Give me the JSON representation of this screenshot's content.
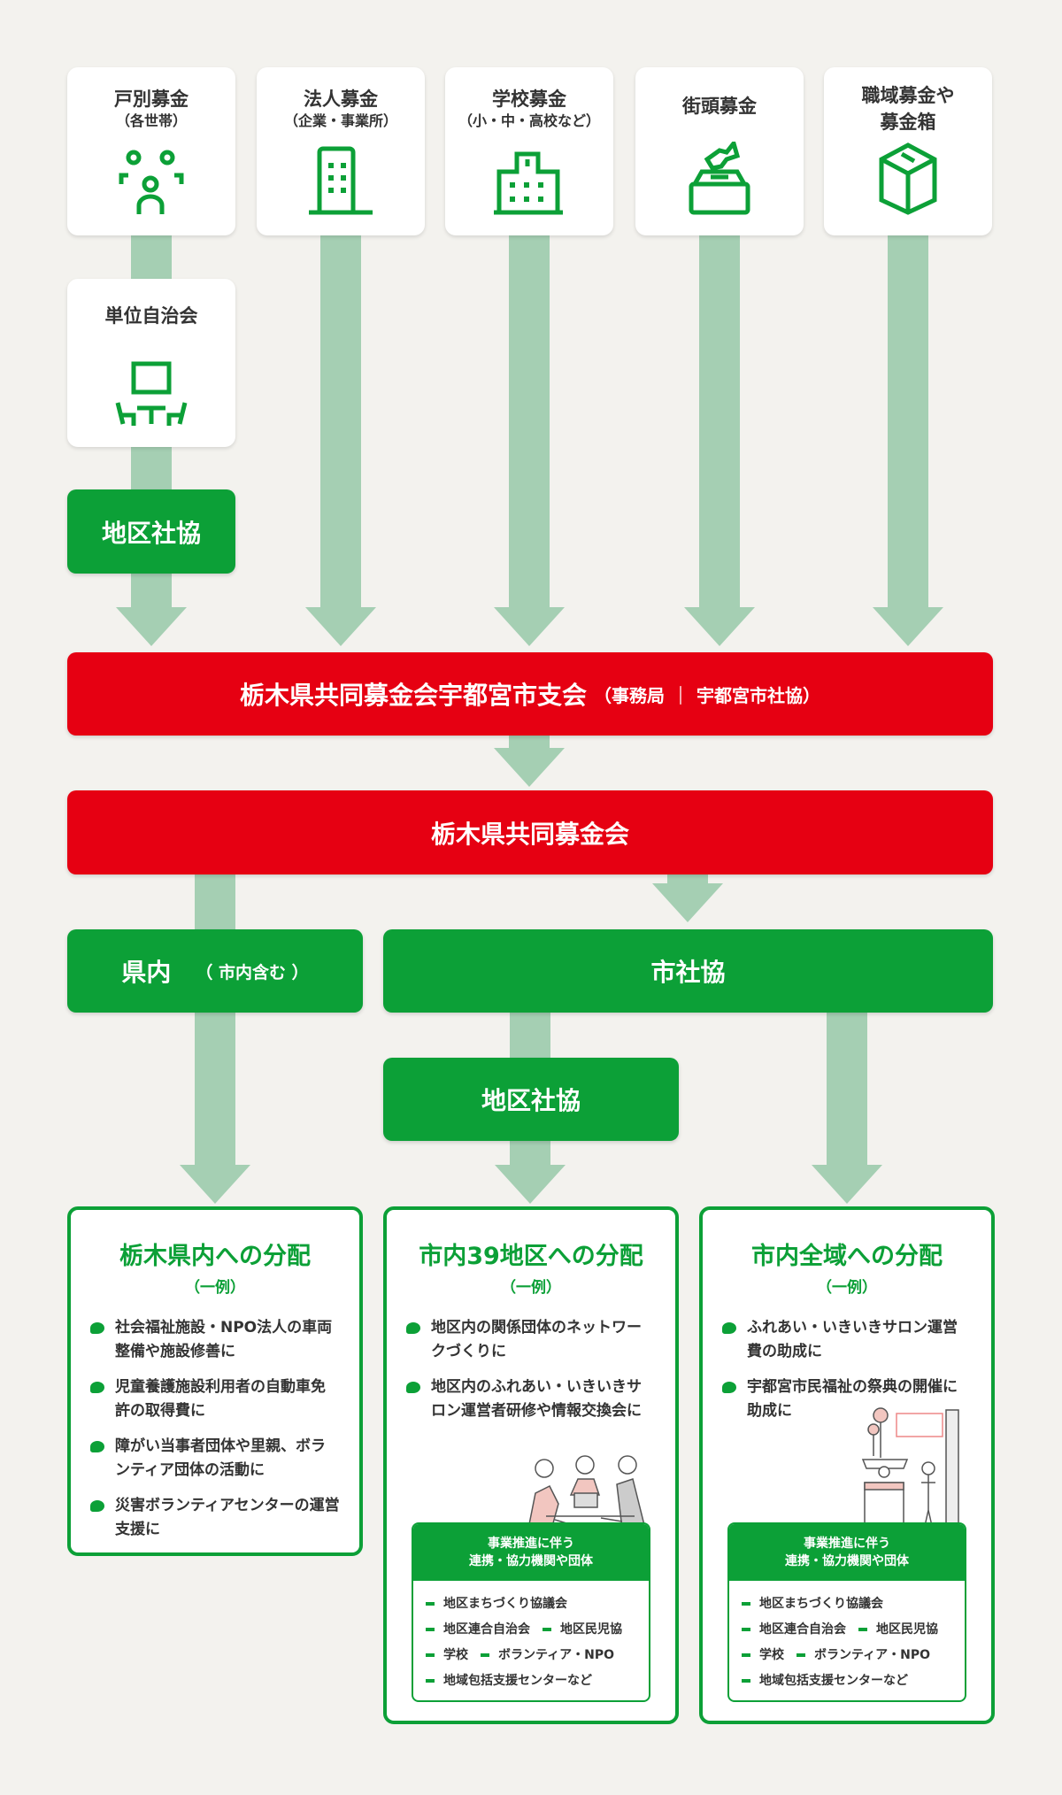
{
  "sources": [
    {
      "title": "戸別募金",
      "sub": "（各世帯）",
      "icon": "people-icon"
    },
    {
      "title": "法人募金",
      "sub": "（企業・事業所）",
      "icon": "building-icon"
    },
    {
      "title": "学校募金",
      "sub": "（小・中・高校など）",
      "icon": "school-icon"
    },
    {
      "title": "街頭募金",
      "sub": "",
      "icon": "donation-box-icon"
    },
    {
      "title": "職域募金や",
      "title2": "募金箱",
      "icon": "collection-box-icon"
    }
  ],
  "unit": {
    "title": "単位自治会",
    "icon": "meeting-icon"
  },
  "district1": "地区社協",
  "branch": {
    "main": "栃木県共同募金会宇都宮市支会",
    "paren_open": "（",
    "office": "事務局",
    "sep": "｜",
    "office_name": "宇都宮市社協",
    "paren_close": "）"
  },
  "prefecture_fund": "栃木県共同募金会",
  "in_pref": {
    "label": "県内",
    "note": "（ 市内含む ）"
  },
  "city_council": "市社協",
  "district2": "地区社協",
  "distributions": [
    {
      "title": "栃木県内への分配",
      "example": "（一例）",
      "items": [
        "社会福祉施設・NPO法人の車両整備や施設修善に",
        "児童養護施設利用者の自動車免許の取得費に",
        "障がい当事者団体や里親、ボランティア団体の活動に",
        "災害ボランティアセンターの運営支援に"
      ]
    },
    {
      "title": "市内39地区への分配",
      "example": "（一例）",
      "items": [
        "地区内の関係団体のネットワークづくりに",
        "地区内のふれあい・いきいきサロン運営者研修や情報交換会に"
      ],
      "org": {
        "head1": "事業推進に伴う",
        "head2": "連携・協力機関や団体",
        "rows": [
          [
            "地区まちづくり協議会"
          ],
          [
            "地区連合自治会",
            "地区民児協"
          ],
          [
            "学校",
            "ボランティア・NPO"
          ],
          [
            "地域包括支援センターなど"
          ]
        ]
      }
    },
    {
      "title": "市内全域への分配",
      "example": "（一例）",
      "items": [
        "ふれあい・いきいきサロン運営費の助成に",
        "宇都宮市民福祉の祭典の開催に助成に"
      ],
      "org": {
        "head1": "事業推進に伴う",
        "head2": "連携・協力機関や団体",
        "rows": [
          [
            "地区まちづくり協議会"
          ],
          [
            "地区連合自治会",
            "地区民児協"
          ],
          [
            "学校",
            "ボランティア・NPO"
          ],
          [
            "地域包括支援センターなど"
          ]
        ]
      }
    }
  ],
  "colors": {
    "green": "#0ca037",
    "red": "#e60012",
    "arrow": "#a5cfb3",
    "background": "#f3f2ee"
  }
}
